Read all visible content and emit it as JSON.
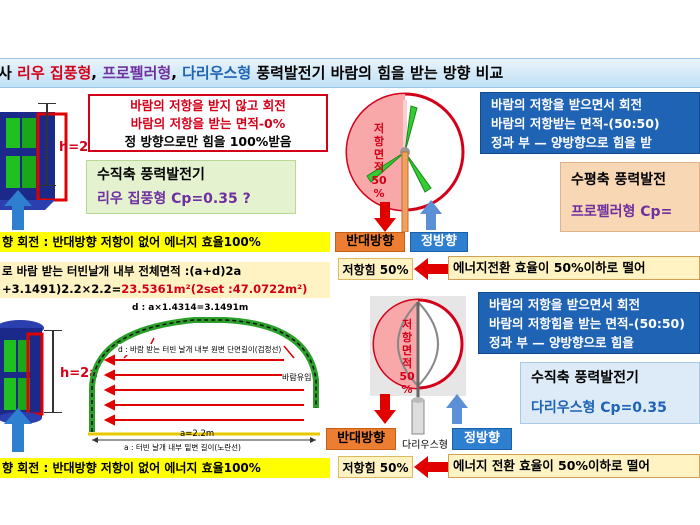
{
  "title": {
    "part1": "사 ",
    "part2": "리우 집풍형",
    "sep1": ", ",
    "part3": "프로펠러형",
    "sep2": ", ",
    "part4": "다리우스형",
    "part5": "  풍력발전기 바람의 힘을 받는 방향 비교"
  },
  "top_left": {
    "red_box": [
      "바람의 저항을 받지 않고 회전",
      "바람의 저항을 받는 면적-0%",
      "정 방향으로만 힘을 100%받음"
    ],
    "dim_label": "h=2a",
    "green_line1": "수직축 풍력발전기",
    "green_line2": "리우 집풍형 Cp=0.35 ?",
    "yellow_strip": "향 회전 : 반대방향 저항이 없어 에너지 효율100%",
    "area_line1": "로 바람 받는 터빈날개 내부 전체면적 :(a+d)2a",
    "area_line2_a": "+3.1491)2.2×2.2=",
    "area_line2_b": "23.5361m²",
    "area_line2_c": "(2set :47.0722m²)"
  },
  "propeller": {
    "vertical_text": [
      "저",
      "항",
      "면",
      "적",
      "50",
      "%"
    ],
    "blue_box": [
      "바람의 저항을 받으면서 회전",
      "바람의 저항받는 면적-(50:50)",
      "정과 부 — 양방향으로 힘을 받"
    ],
    "btn_opposite": "반대방향",
    "btn_forward": "정방향",
    "peach_line1": "수평축 풍력발전",
    "peach_line2": "프로펠러형 Cp=",
    "resist_label": "저항힘 50%",
    "efficiency_label": "에너지전환 효율이 50%이하로 떨어"
  },
  "bottom_left": {
    "dim_label": "h=2a",
    "diagram_d": "d : a×1.4314=3.1491m",
    "diagram_desc": "d : 바람 받는 터빈 날개 내부 원변 단면길이(검정선)",
    "wind_in": "바람유입",
    "width_label": "a=2.2m",
    "a_desc": "a : 터빈 날개 내부 밑변 길이(노란선)",
    "yellow_strip": "향 회전 : 반대방향 저항이 없어 에너지 효율100%"
  },
  "darrieus": {
    "vertical_text": [
      "저",
      "항",
      "면",
      "적",
      "50",
      "%"
    ],
    "blue_box": [
      "바람의 저항을 받으면서 회전",
      "바람의 저항힘을 받는 면적-(50:50)",
      "정과 부 — 양방향으로 힘을"
    ],
    "btn_opposite": "반대방향",
    "btn_forward": "정방향",
    "model_label": "다리우스형",
    "green_line1": "수직축 풍력발전기",
    "green_line2": "다리우스형 Cp=0.35",
    "resist_label": "저항힘 50%",
    "efficiency_label": "에너지 전환 효율이 50%이하로 떨어"
  }
}
